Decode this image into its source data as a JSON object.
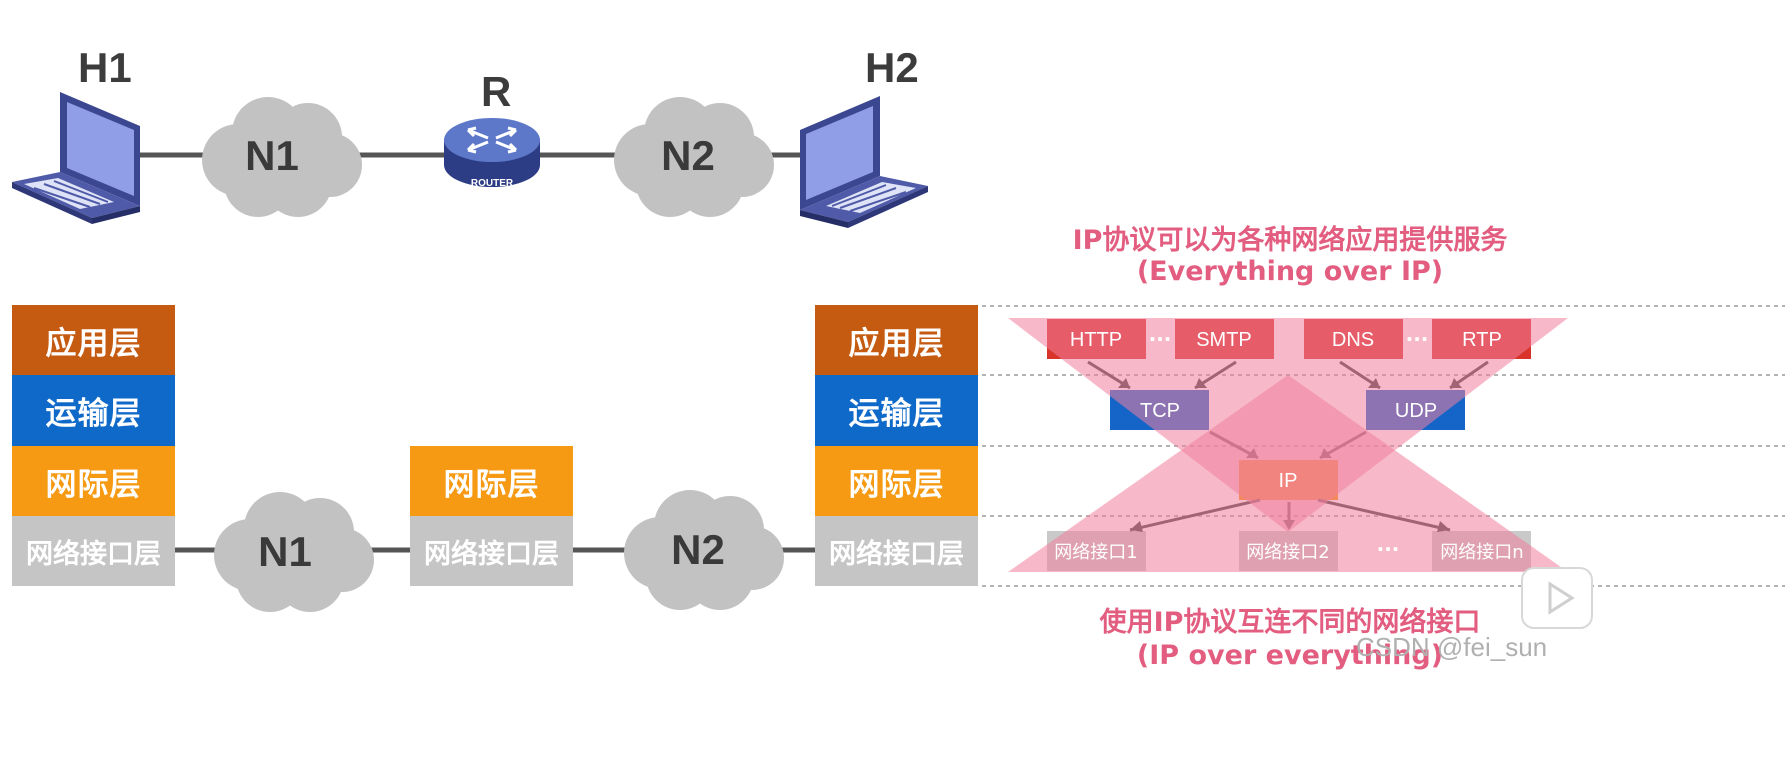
{
  "hosts": {
    "h1": "H1",
    "h2": "H2",
    "router": "R",
    "router_badge": "ROUTER"
  },
  "networks": {
    "n1": "N1",
    "n2": "N2"
  },
  "layers": {
    "application": "应用层",
    "transport": "运输层",
    "internet": "网际层",
    "network_interface": "网络接口层"
  },
  "right_panel": {
    "top_title": "IP协议可以为各种网络应用提供服务",
    "top_subtitle": "(Everything over IP)",
    "app_protocols": [
      "HTTP",
      "SMTP",
      "DNS",
      "RTP"
    ],
    "ellipsis": "···",
    "transport_protocols": [
      "TCP",
      "UDP"
    ],
    "ip": "IP",
    "interfaces": [
      "网络接口1",
      "网络接口2",
      "网络接口n"
    ],
    "bottom_title": "使用IP协议互连不同的网络接口",
    "bottom_subtitle": "(IP over everything)"
  },
  "watermark": "CSDN @fei_sun",
  "colors": {
    "application": "#c55a11",
    "transport": "#0f69c9",
    "internet": "#f59a12",
    "network_interface": "#c5c5c5",
    "pink_text": "#e25d7f",
    "triangle": "#f07f9c"
  }
}
